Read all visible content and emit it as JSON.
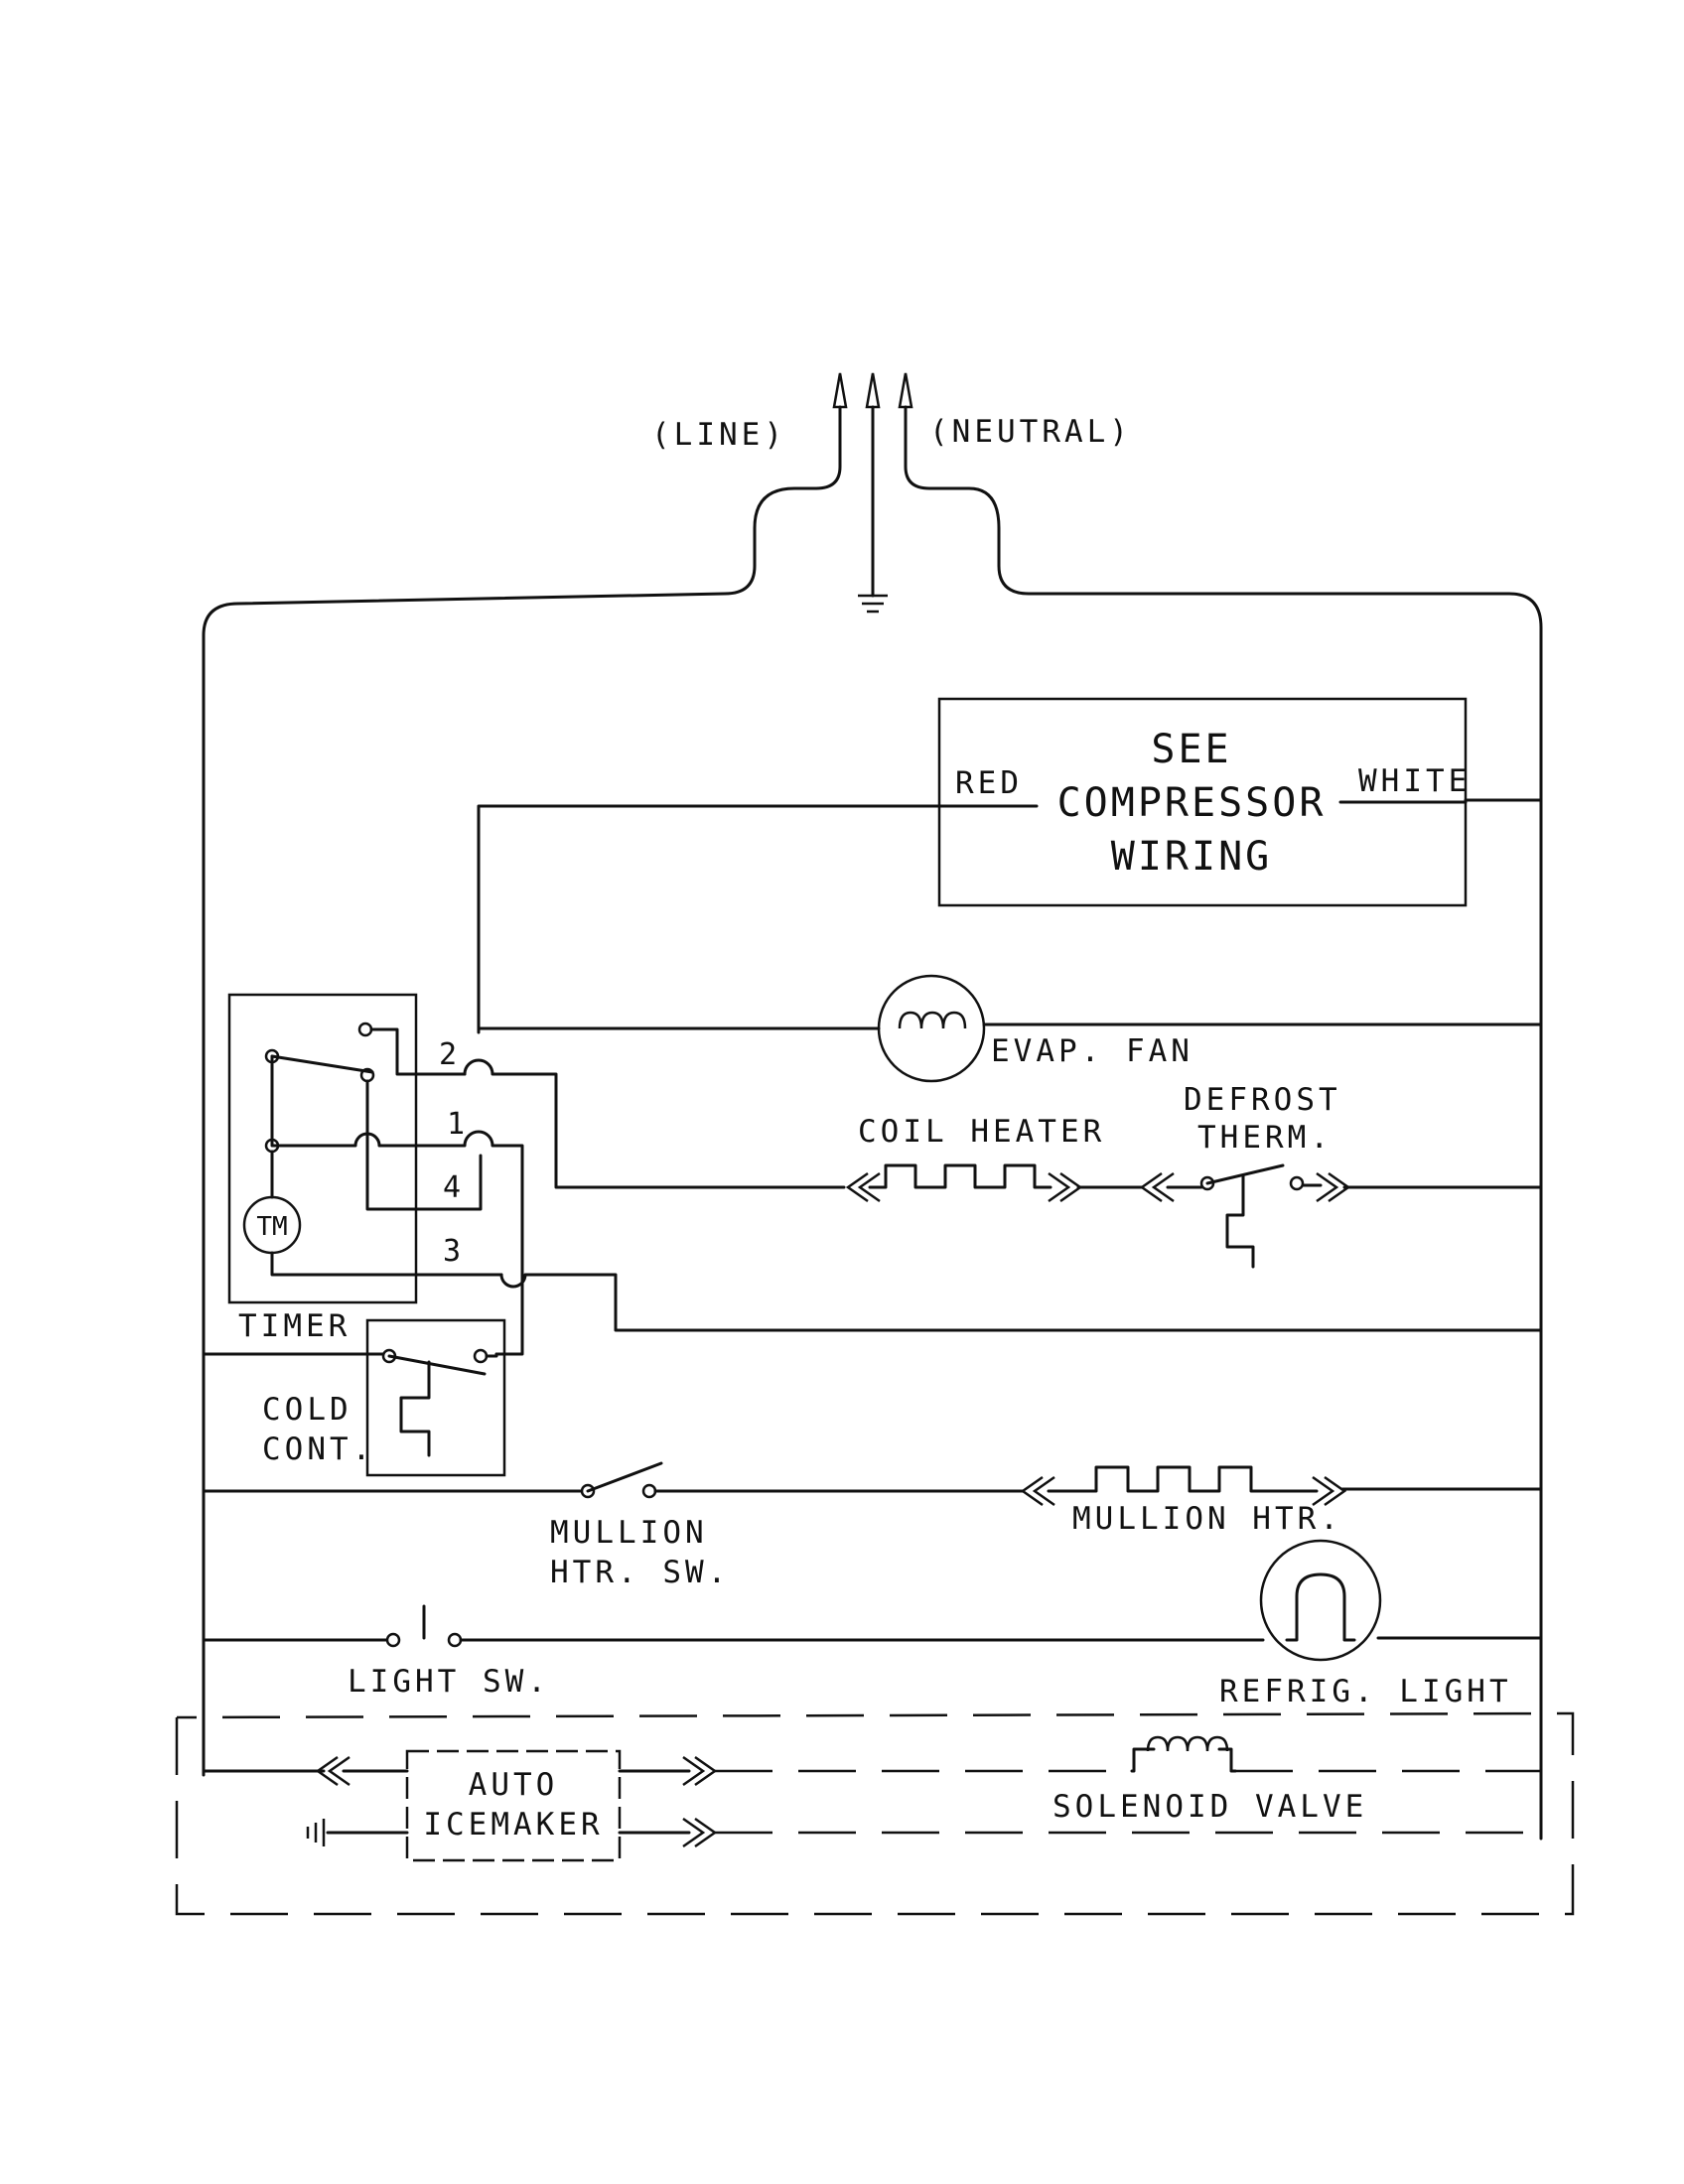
{
  "diagram": {
    "supply": {
      "line": "(LINE)",
      "neutral": "(NEUTRAL)"
    },
    "compressor_box": {
      "line1": "SEE",
      "line2": "COMPRESSOR",
      "line3": "WIRING",
      "left_wire": "RED",
      "right_wire": "WHITE"
    },
    "components": {
      "evap_fan": "EVAP. FAN",
      "coil_heater": "COIL HEATER",
      "defrost_therm_1": "DEFROST",
      "defrost_therm_2": "THERM.",
      "timer": "TIMER",
      "timer_motor": "TM",
      "cold_cont_1": "COLD",
      "cold_cont_2": "CONT.",
      "mullion_htr_sw_1": "MULLION",
      "mullion_htr_sw_2": "HTR. SW.",
      "mullion_htr": "MULLION HTR.",
      "light_sw": "LIGHT SW.",
      "refrig_light": "REFRIG. LIGHT",
      "auto_icemaker_1": "AUTO",
      "auto_icemaker_2": "ICEMAKER",
      "solenoid_valve": "SOLENOID VALVE"
    },
    "timer_terminals": [
      "2",
      "1",
      "4",
      "3"
    ]
  }
}
